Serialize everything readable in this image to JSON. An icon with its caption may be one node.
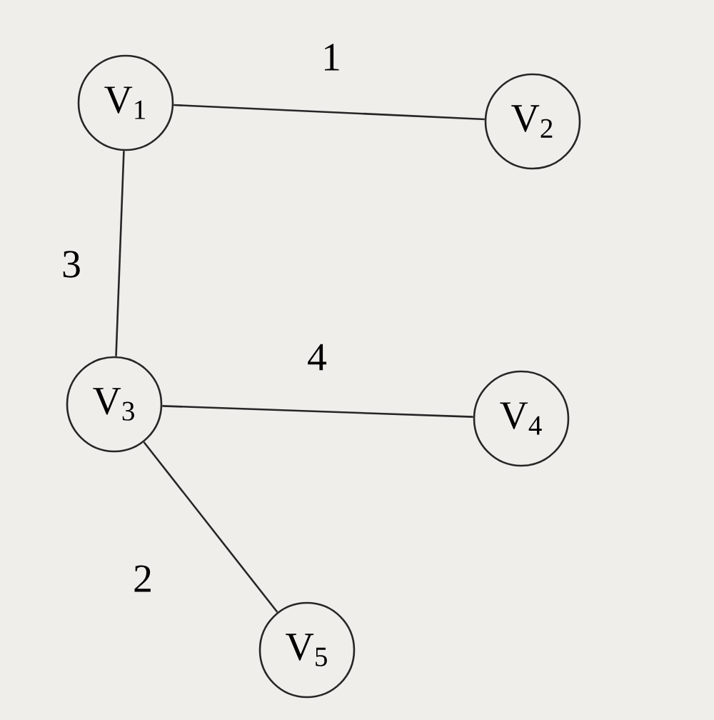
{
  "diagram": {
    "nodes": [
      {
        "text": [
          "V$_{1}$"
        ]
      },
      {
        "text": [
          "V$_{2}$"
        ]
      },
      {
        "text": [
          "V$_{3}$"
        ]
      },
      {
        "text": [
          "V$_{4}$"
        ]
      },
      {
        "text": [
          "V$_{5}$"
        ]
      }
    ],
    "edges": [
      {
        "from": 0,
        "to": 1,
        "arrow": "none",
        "label": "1"
      },
      {
        "from": 0,
        "to": 2,
        "arrow": "none",
        "label": "3"
      },
      {
        "from": 2,
        "to": 3,
        "arrow": "none",
        "label": "4"
      },
      {
        "from": 2,
        "to": 4,
        "arrow": "none",
        "label": "2"
      }
    ]
  }
}
